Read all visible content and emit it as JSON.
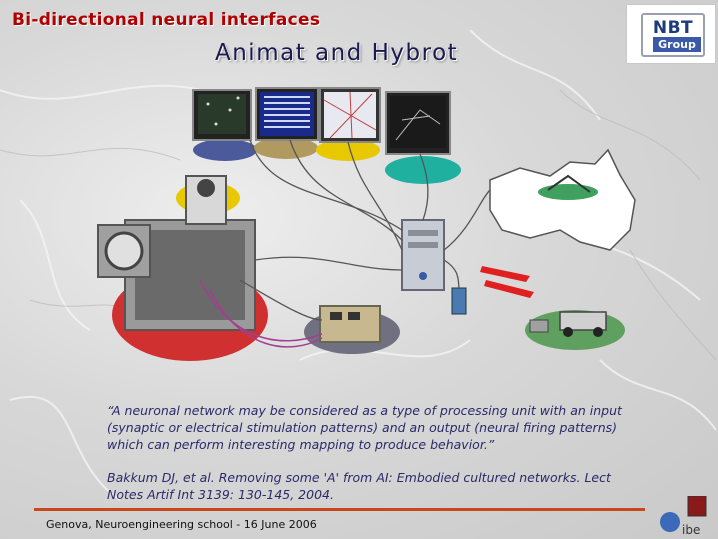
{
  "header": {
    "title": "Bi-directional neural interfaces"
  },
  "slide": {
    "title": "Animat and Hybrot"
  },
  "logo": {
    "line1": "NBT",
    "line2": "Group"
  },
  "quote": "“A neuronal network may be considered as a type of processing unit with an input (synaptic or electrical stimulation patterns) and an output (neural firing patterns) which can perform interesting mapping to produce behavior.”",
  "citation": "Bakkum DJ, et al. Removing some 'A' from AI: Embodied cultured networks. Lect Notes Artif Int 3139: 130-145, 2004.",
  "footer": {
    "text": "Genova, Neuroengineering school - 16 June 2006"
  },
  "dibe_logo": {
    "text": "ibe"
  },
  "colors": {
    "header": "#b00000",
    "title": "#1a1a50",
    "rule": "#c8481e",
    "pad_blue": "#4a5a9a",
    "pad_tan": "#b09a60",
    "pad_yellow": "#e8c800",
    "pad_teal": "#20b0a0",
    "pad_red": "#d03030",
    "pad_gray": "#707080",
    "pad_green": "#60a060"
  }
}
